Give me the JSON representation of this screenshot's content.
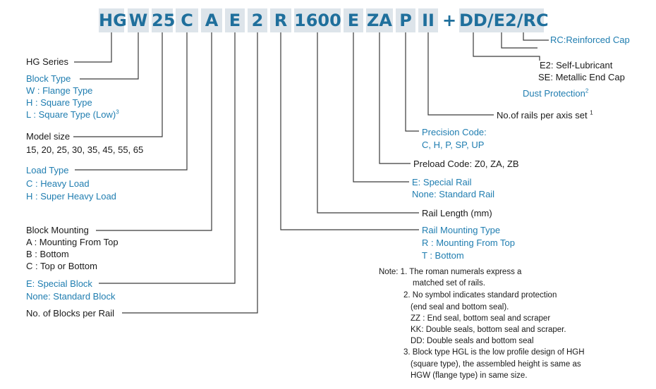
{
  "code_parts": [
    "HG",
    "W",
    "25",
    "C",
    "A",
    "E",
    "2",
    "R",
    "1600",
    "E",
    "ZA",
    "P",
    "II",
    "+",
    "DD/E2/RC"
  ],
  "labels": {
    "rc": "RC:Reinforced Cap",
    "e2": "E2: Self-Lubricant",
    "se": "SE: Metallic End Cap",
    "dust": "Dust Protection",
    "dust_sup": "2",
    "rails_axis": "No.of rails per axis set",
    "rails_axis_sup": "1",
    "precision_title": "Precision Code:",
    "precision_values": "C, H, P, SP, UP",
    "preload": "Preload Code: Z0, ZA, ZB",
    "special_rail": "E: Special Rail",
    "standard_rail": "None: Standard Rail",
    "rail_length": "Rail Length (mm)",
    "rail_mount_title": "Rail Mounting Type",
    "rail_mount_r": "R : Mounting From Top",
    "rail_mount_t": "T : Bottom",
    "hg_series": "HG Series",
    "block_type_title": "Block  Type",
    "block_type_w": "W : Flange  Type",
    "block_type_h": "H : Square Type",
    "block_type_l": "L : Square Type (Low)",
    "block_type_l_sup": "3",
    "model_size_title": "Model size",
    "model_size_values": "15, 20, 25, 30, 35, 45, 55, 65",
    "load_type_title": "Load Type",
    "load_type_c": "C : Heavy Load",
    "load_type_h": "H : Super Heavy Load",
    "block_mount_title": "Block Mounting",
    "block_mount_a": "A : Mounting From Top",
    "block_mount_b": "B : Bottom",
    "block_mount_c": "C : Top or Bottom",
    "special_block": "E: Special Block",
    "standard_block": "None: Standard Block",
    "blocks_per_rail": "No. of Blocks per Rail"
  },
  "notes": [
    "Note: 1. The roman numerals express a",
    "matched set of rails.",
    "2. No symbol indicates standard protection",
    "(end seal and bottom seal).",
    "ZZ : End seal, bottom seal and scraper",
    "KK: Double seals, bottom seal and scraper.",
    "DD: Double seals and bottom seal",
    "3. Block type HGL is the low profile design of HGH",
    "(square type), the assembled height is same as",
    "HGW (flange type) in same size."
  ],
  "colors": {
    "accent": "#1f7db0",
    "box": "#dde4ea",
    "code_text": "#1f6f9c",
    "line": "#3a3a3a"
  }
}
